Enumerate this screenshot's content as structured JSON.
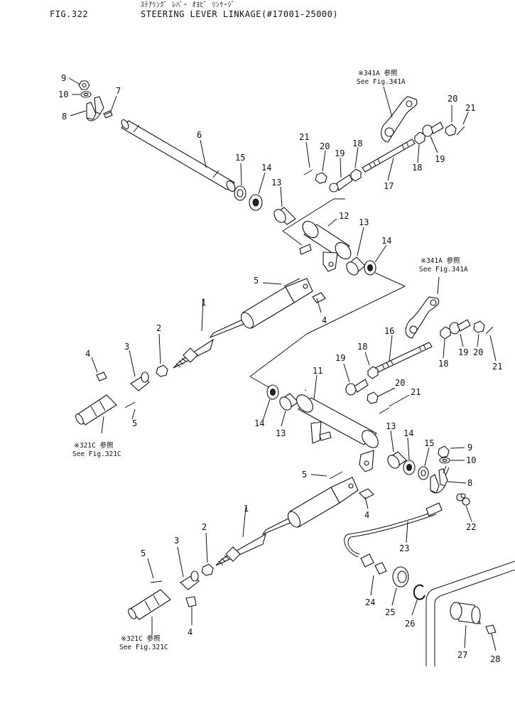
{
  "header": {
    "fig_number": "FIG.322",
    "title_jp": "ｽﾃｱﾘﾝｸﾞ ﾚﾊﾞｰ ｵﾖﾋﾞ ﾘﾝｹｰｼﾞ",
    "title_en": "STEERING LEVER LINKAGE(#17001-25000)"
  },
  "callouts": {
    "c1a": "1",
    "c1b": "1",
    "c2a": "2",
    "c2b": "2",
    "c3a": "3",
    "c3b": "3",
    "c4a": "4",
    "c4b": "4",
    "c4c": "4",
    "c4d": "4",
    "c5a": "5",
    "c5b": "5",
    "c5c": "5",
    "c5d": "5",
    "c6": "6",
    "c7": "7",
    "c8a": "8",
    "c8b": "8",
    "c9a": "9",
    "c9b": "9",
    "c10a": "10",
    "c10b": "10",
    "c11": "11",
    "c12": "12",
    "c13a": "13",
    "c13b": "13",
    "c13c": "13",
    "c13d": "13",
    "c14a": "14",
    "c14b": "14",
    "c14c": "14",
    "c14d": "14",
    "c15a": "15",
    "c15b": "15",
    "c16": "16",
    "c17": "17",
    "c18a": "18",
    "c18b": "18",
    "c18c": "18",
    "c18d": "18",
    "c19a": "19",
    "c19b": "19",
    "c19c": "19",
    "c19d": "19",
    "c20a": "20",
    "c20b": "20",
    "c20c": "20",
    "c20d": "20",
    "c21a": "21",
    "c21b": "21",
    "c21c": "21",
    "c21d": "21",
    "c22": "22",
    "c23": "23",
    "c24": "24",
    "c25": "25",
    "c26": "26",
    "c27": "27",
    "c28": "28"
  },
  "references": {
    "see341a_top_jp": "※341A 参照",
    "see341a_top_en": "See Fig.341A",
    "see341a_mid_jp": "※341A 参照",
    "see341a_mid_en": "See Fig.341A",
    "see321c_left_jp": "※321C 参照",
    "see321c_left_en": "See Fig.321C",
    "see321c_bottom_jp": "※321C 参照",
    "see321c_bottom_en": "See Fig.321C"
  }
}
